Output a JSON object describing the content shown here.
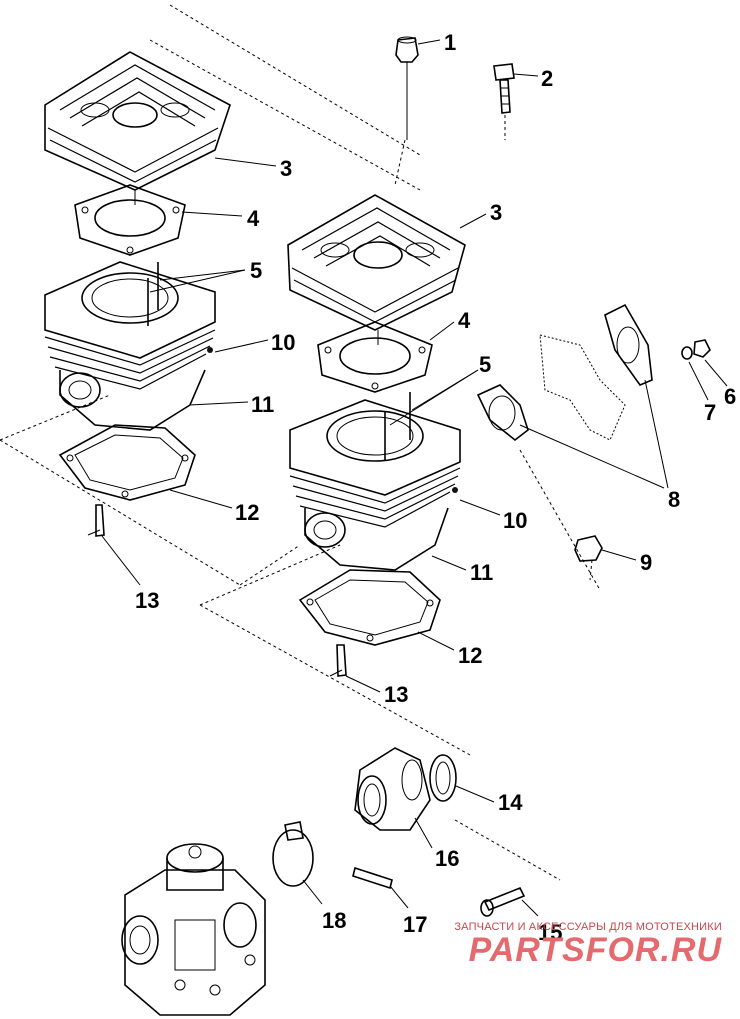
{
  "callouts": {
    "c1": "1",
    "c2": "2",
    "c3a": "3",
    "c3b": "3",
    "c4a": "4",
    "c4b": "4",
    "c5a": "5",
    "c5b": "5",
    "c6": "6",
    "c7": "7",
    "c8": "8",
    "c9": "9",
    "c10a": "10",
    "c10b": "10",
    "c11a": "11",
    "c11b": "11",
    "c12a": "12",
    "c12b": "12",
    "c13a": "13",
    "c13b": "13",
    "c14": "14",
    "c15": "15",
    "c16": "16",
    "c17": "17",
    "c18": "18"
  },
  "watermark": {
    "tagline": "ЗАПЧАСТИ И АКСЕССУАРЫ ДЛЯ МОТОТЕХНИКИ",
    "logo": "PARTSFOR.RU",
    "color": "#e46a6d"
  }
}
